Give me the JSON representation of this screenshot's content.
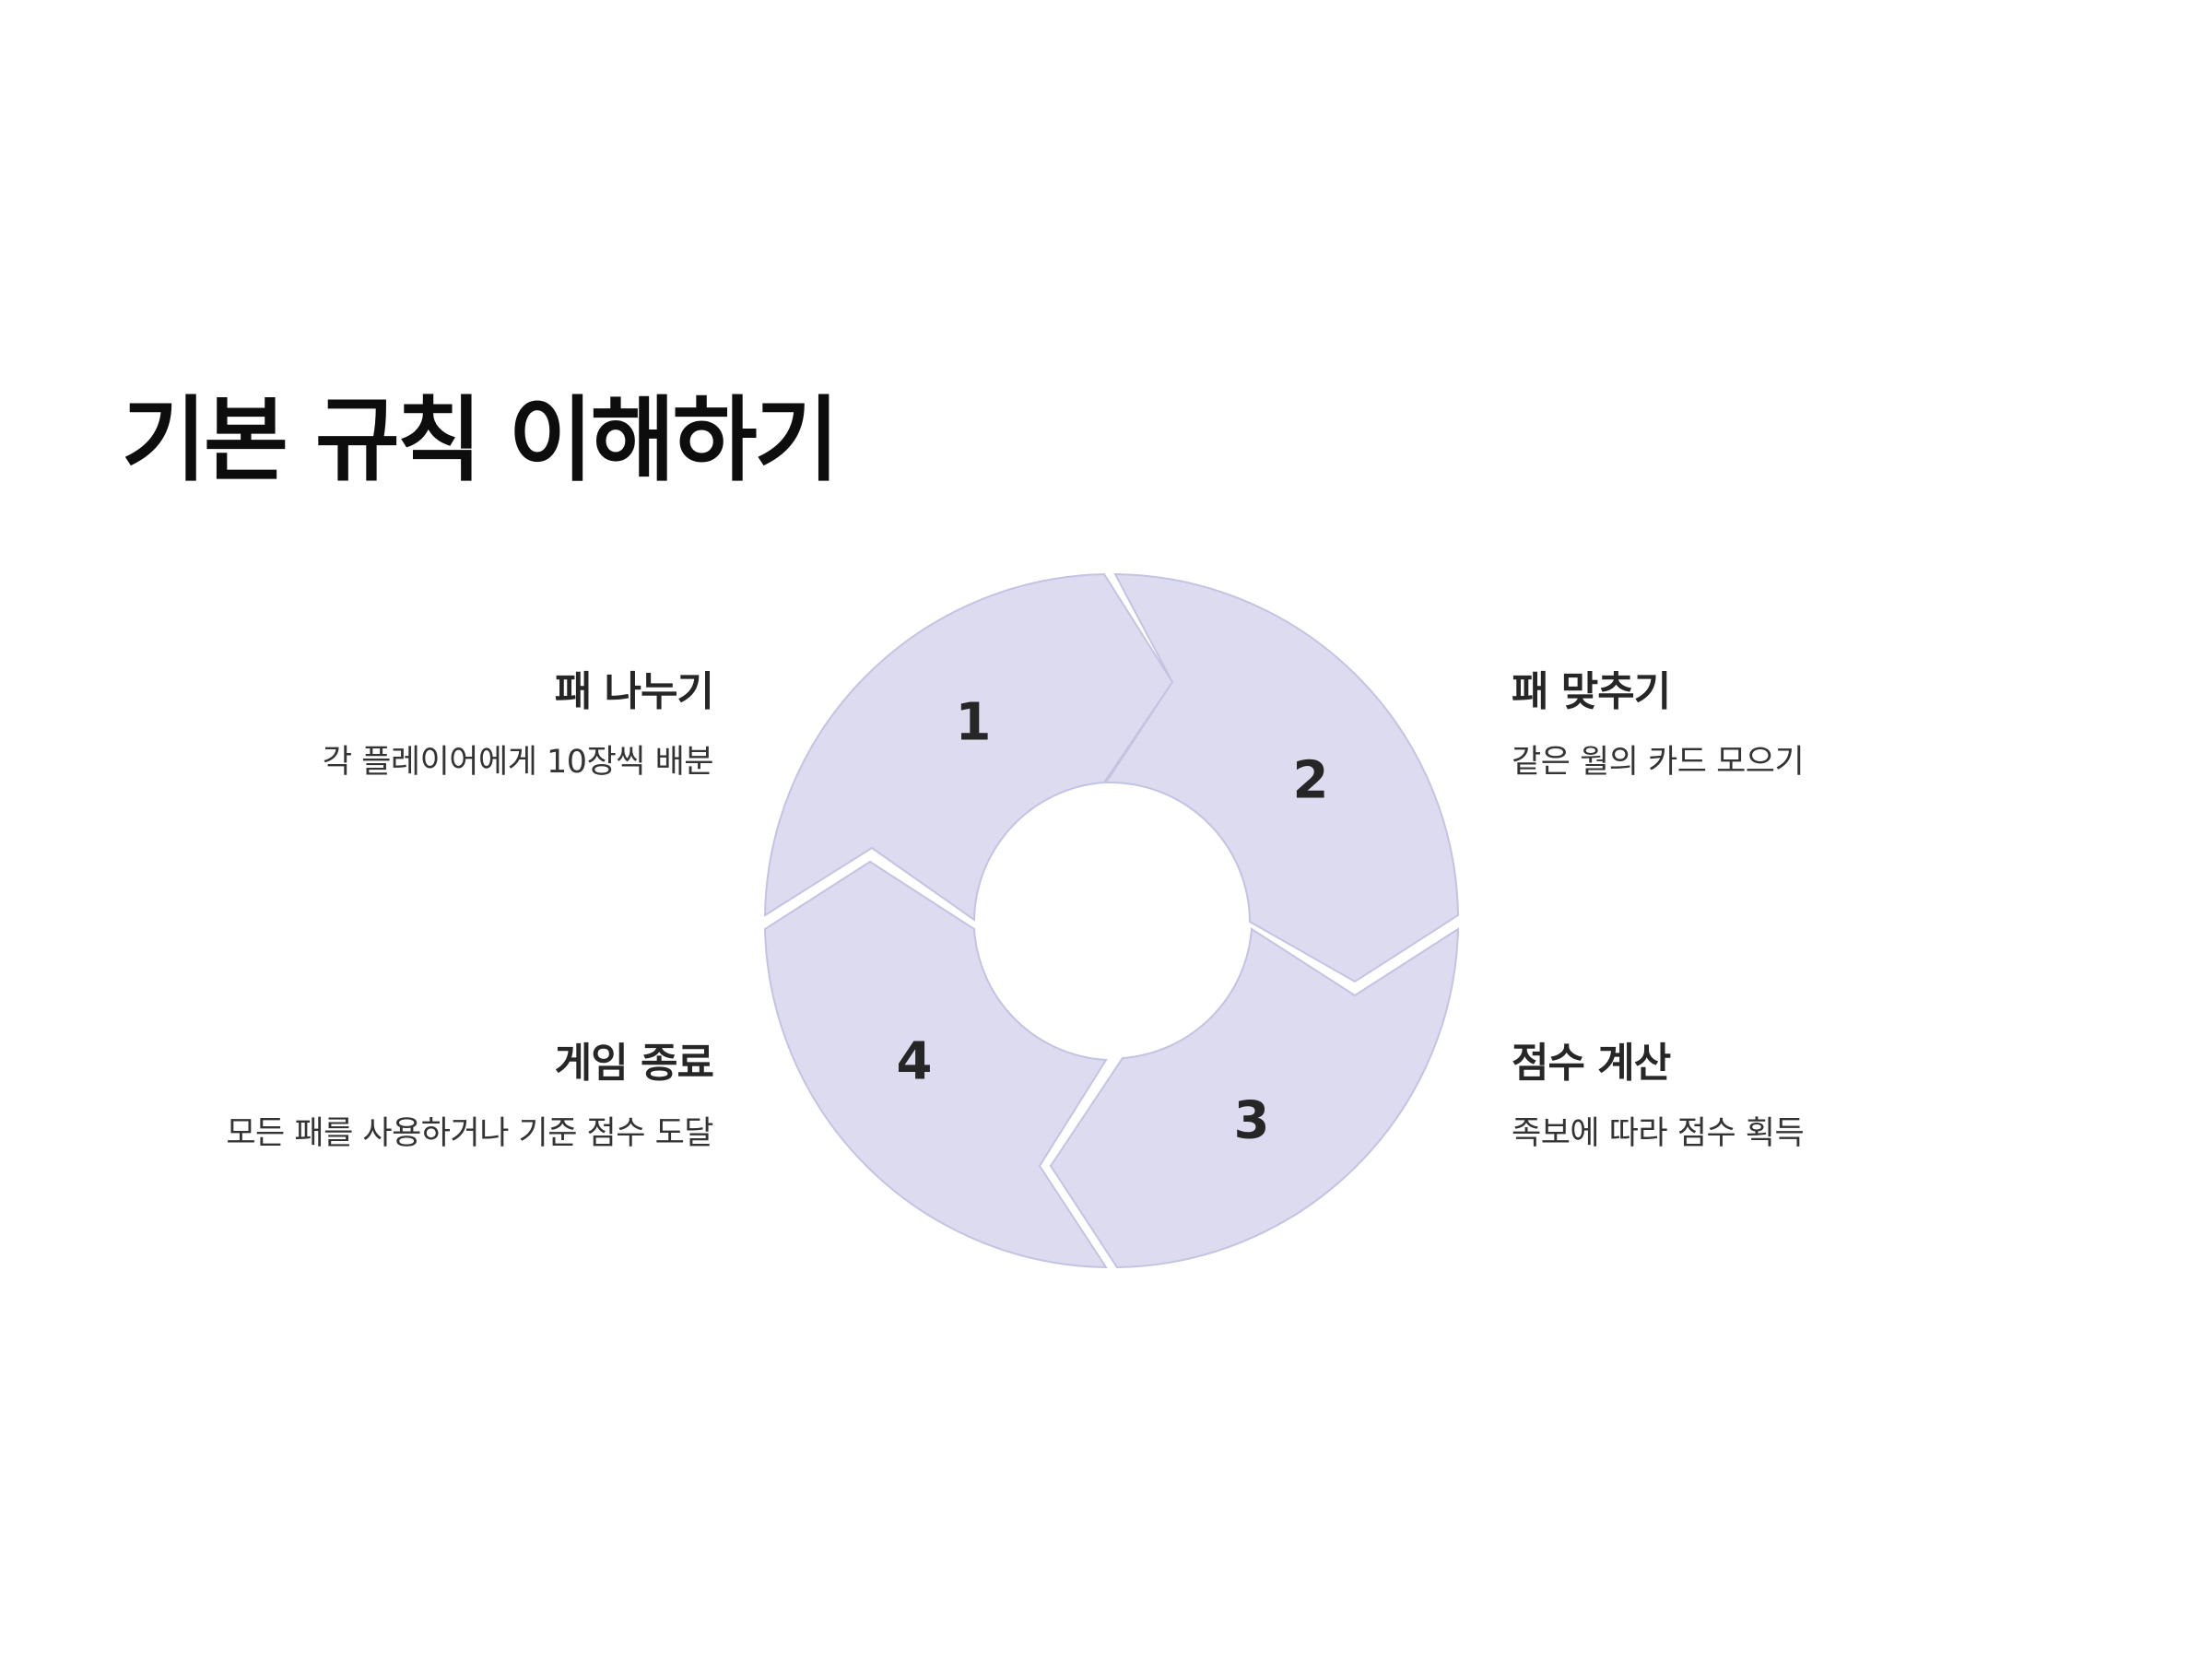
{
  "title": "기본 규칙 이해하기",
  "colors": {
    "segment_fill": "#dcdbf0",
    "segment_stroke": "#c4c3e3",
    "text_dark": "#262626",
    "title": "#0d0d0d"
  },
  "steps": [
    {
      "number": "1",
      "title": "패 나누기",
      "description": "각 플레이어에게 10장씩 배분"
    },
    {
      "number": "2",
      "title": "패 맞추기",
      "description": "같은 월의 카드 모으기"
    },
    {
      "number": "3",
      "title": "점수 계산",
      "description": "족보에 따라 점수 획득"
    },
    {
      "number": "4",
      "title": "게임 종료",
      "description": "모든 패를 사용하거나 기준 점수 도달"
    }
  ]
}
